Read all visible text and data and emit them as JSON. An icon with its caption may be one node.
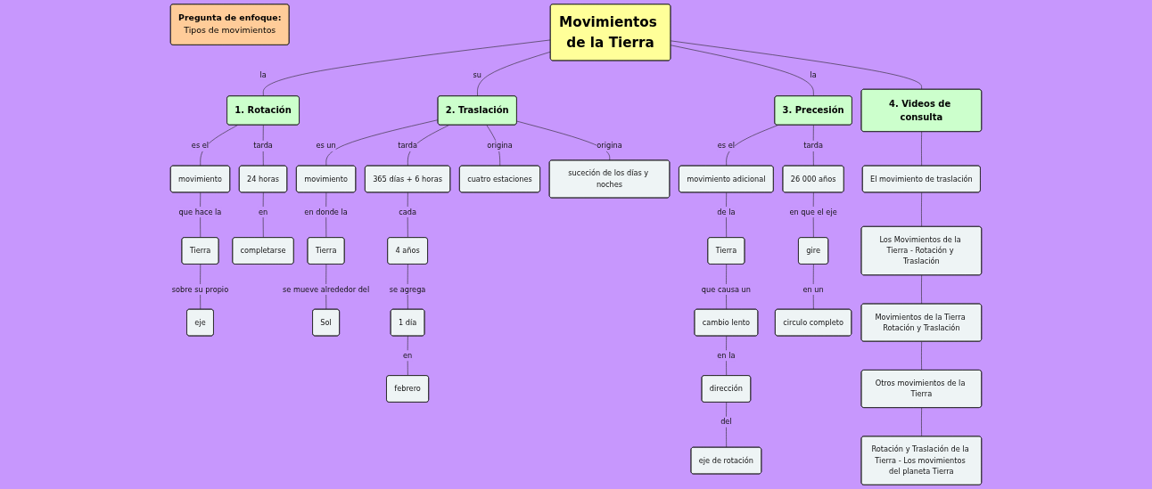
{
  "diagram": {
    "nodes": [
      {
        "text": [
          "Pregunta de enfoque:",
          "Tipos de movimientos"
        ]
      },
      {
        "text": [
          "Movimientos de la Tierra"
        ]
      },
      {
        "text": [
          "1. Rotación"
        ]
      },
      {
        "text": [
          "movimiento"
        ]
      },
      {
        "text": [
          "Tierra"
        ]
      },
      {
        "text": [
          "eje"
        ]
      },
      {
        "text": [
          "24 horas"
        ]
      },
      {
        "text": [
          "completarse"
        ]
      },
      {
        "text": [
          "2. Traslación"
        ]
      },
      {
        "text": [
          "movimiento"
        ]
      },
      {
        "text": [
          "Tierra"
        ]
      },
      {
        "text": [
          "Sol"
        ]
      },
      {
        "text": [
          "365 días + 6 horas"
        ]
      },
      {
        "text": [
          "4 años"
        ]
      },
      {
        "text": [
          "1 día"
        ]
      },
      {
        "text": [
          "febrero"
        ]
      },
      {
        "text": [
          "cuatro estaciones"
        ]
      },
      {
        "text": [
          "suceción de los días y noches"
        ]
      },
      {
        "text": [
          "3. Precesión"
        ]
      },
      {
        "text": [
          "movimiento adicional"
        ]
      },
      {
        "text": [
          "Tierra"
        ]
      },
      {
        "text": [
          "cambio lento"
        ]
      },
      {
        "text": [
          "dirección"
        ]
      },
      {
        "text": [
          "eje de rotación"
        ]
      },
      {
        "text": [
          "26 000 años"
        ]
      },
      {
        "text": [
          "gire"
        ]
      },
      {
        "text": [
          "circulo completo"
        ]
      },
      {
        "text": [
          "4. Videos de consulta"
        ]
      },
      {
        "text": [
          "El movimiento de traslación"
        ]
      },
      {
        "text": [
          "Los Movimientos de la Tierra - Rotación y Traslación"
        ]
      },
      {
        "text": [
          "Movimientos de la Tierra Rotación y Traslación"
        ]
      },
      {
        "text": [
          "Otros movimientos de la Tierra"
        ]
      },
      {
        "text": [
          "Rotación y Traslación de la Tierra - Los movimientos del planeta Tierra"
        ]
      }
    ],
    "edges": [
      {
        "from": 1,
        "to": 2,
        "arrow": "none",
        "label": "la"
      },
      {
        "from": 2,
        "to": 3,
        "arrow": "none",
        "label": "es el"
      },
      {
        "from": 3,
        "to": 4,
        "arrow": "none",
        "label": "que hace la"
      },
      {
        "from": 4,
        "to": 5,
        "arrow": "none",
        "label": "sobre su propio"
      },
      {
        "from": 2,
        "to": 6,
        "arrow": "none",
        "label": "tarda"
      },
      {
        "from": 6,
        "to": 7,
        "arrow": "none",
        "label": "en"
      },
      {
        "from": 1,
        "to": 8,
        "arrow": "none",
        "label": "su"
      },
      {
        "from": 8,
        "to": 9,
        "arrow": "none",
        "label": "es un"
      },
      {
        "from": 9,
        "to": 10,
        "arrow": "none",
        "label": "en donde la"
      },
      {
        "from": 10,
        "to": 11,
        "arrow": "none",
        "label": "se mueve alrededor del"
      },
      {
        "from": 8,
        "to": 12,
        "arrow": "none",
        "label": "tarda"
      },
      {
        "from": 12,
        "to": 13,
        "arrow": "none",
        "label": "cada"
      },
      {
        "from": 13,
        "to": 14,
        "arrow": "none",
        "label": "se agrega"
      },
      {
        "from": 14,
        "to": 15,
        "arrow": "none",
        "label": "en"
      },
      {
        "from": 8,
        "to": 16,
        "arrow": "none",
        "label": "origina"
      },
      {
        "from": 8,
        "to": 17,
        "arrow": "none",
        "label": "origina"
      },
      {
        "from": 1,
        "to": 18,
        "arrow": "none",
        "label": "la"
      },
      {
        "from": 18,
        "to": 19,
        "arrow": "none",
        "label": "es el"
      },
      {
        "from": 19,
        "to": 20,
        "arrow": "none",
        "label": "de la"
      },
      {
        "from": 20,
        "to": 21,
        "arrow": "none",
        "label": "que causa un"
      },
      {
        "from": 21,
        "to": 22,
        "arrow": "none",
        "label": "en la"
      },
      {
        "from": 22,
        "to": 23,
        "arrow": "none",
        "label": "del"
      },
      {
        "from": 18,
        "to": 24,
        "arrow": "none",
        "label": "tarda"
      },
      {
        "from": 24,
        "to": 25,
        "arrow": "none",
        "label": "en que el eje"
      },
      {
        "from": 25,
        "to": 26,
        "arrow": "none",
        "label": "en un"
      },
      {
        "from": 1,
        "to": 27,
        "arrow": "none"
      },
      {
        "from": 27,
        "to": 28,
        "arrow": "none"
      },
      {
        "from": 28,
        "to": 29,
        "arrow": "none"
      },
      {
        "from": 29,
        "to": 30,
        "arrow": "none"
      },
      {
        "from": 30,
        "to": 31,
        "arrow": "none"
      },
      {
        "from": 31,
        "to": 32,
        "arrow": "none"
      }
    ]
  }
}
